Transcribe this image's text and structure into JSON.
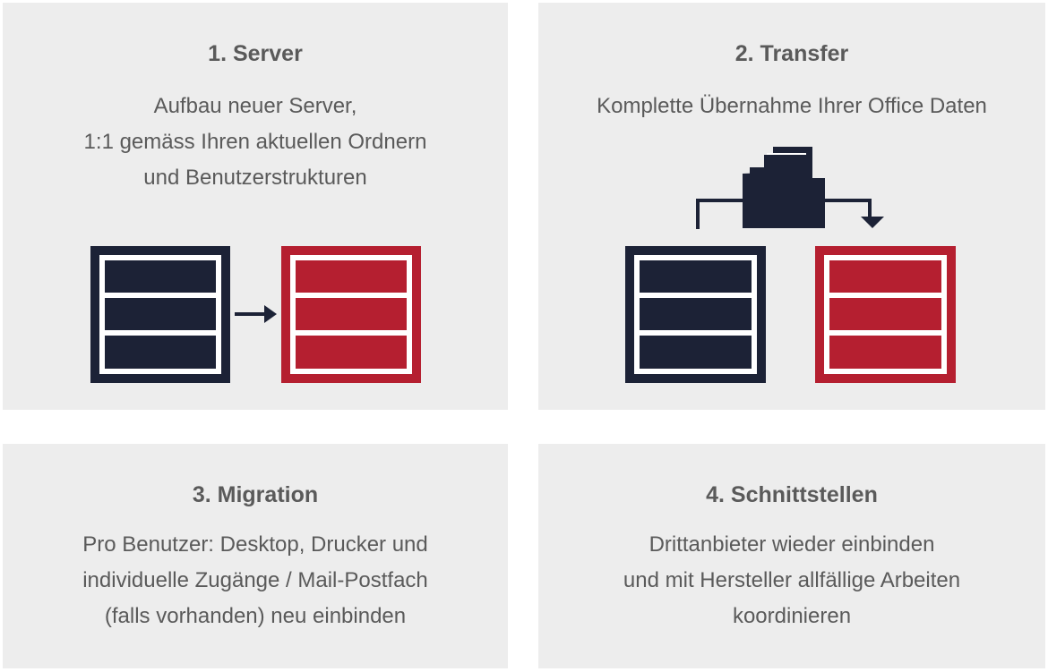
{
  "steps": [
    {
      "title": "1. Server",
      "lines": [
        "Aufbau neuer Server,",
        "1:1 gemäss Ihren aktuellen Ordnern",
        "und Benutzerstrukturen"
      ]
    },
    {
      "title": "2. Transfer",
      "lines": [
        "Komplette Übernahme Ihrer Office Daten"
      ]
    },
    {
      "title": "3. Migration",
      "lines": [
        "Pro Benutzer: Desktop, Drucker und",
        "individuelle Zugänge / Mail-Postfach",
        "(falls vorhanden) neu einbinden"
      ]
    },
    {
      "title": "4. Schnittstellen",
      "lines": [
        "Drittanbieter wieder einbinden",
        "und mit Hersteller allfällige Arbeiten",
        "koordinieren"
      ]
    }
  ],
  "colors": {
    "card_background": "#ededed",
    "old_server": "#1c2236",
    "new_server": "#b51f30",
    "text": "#5a5a5a"
  },
  "icons": [
    "server-rack-icon",
    "arrow-right-icon",
    "folder-icon",
    "arrow-down-icon"
  ]
}
